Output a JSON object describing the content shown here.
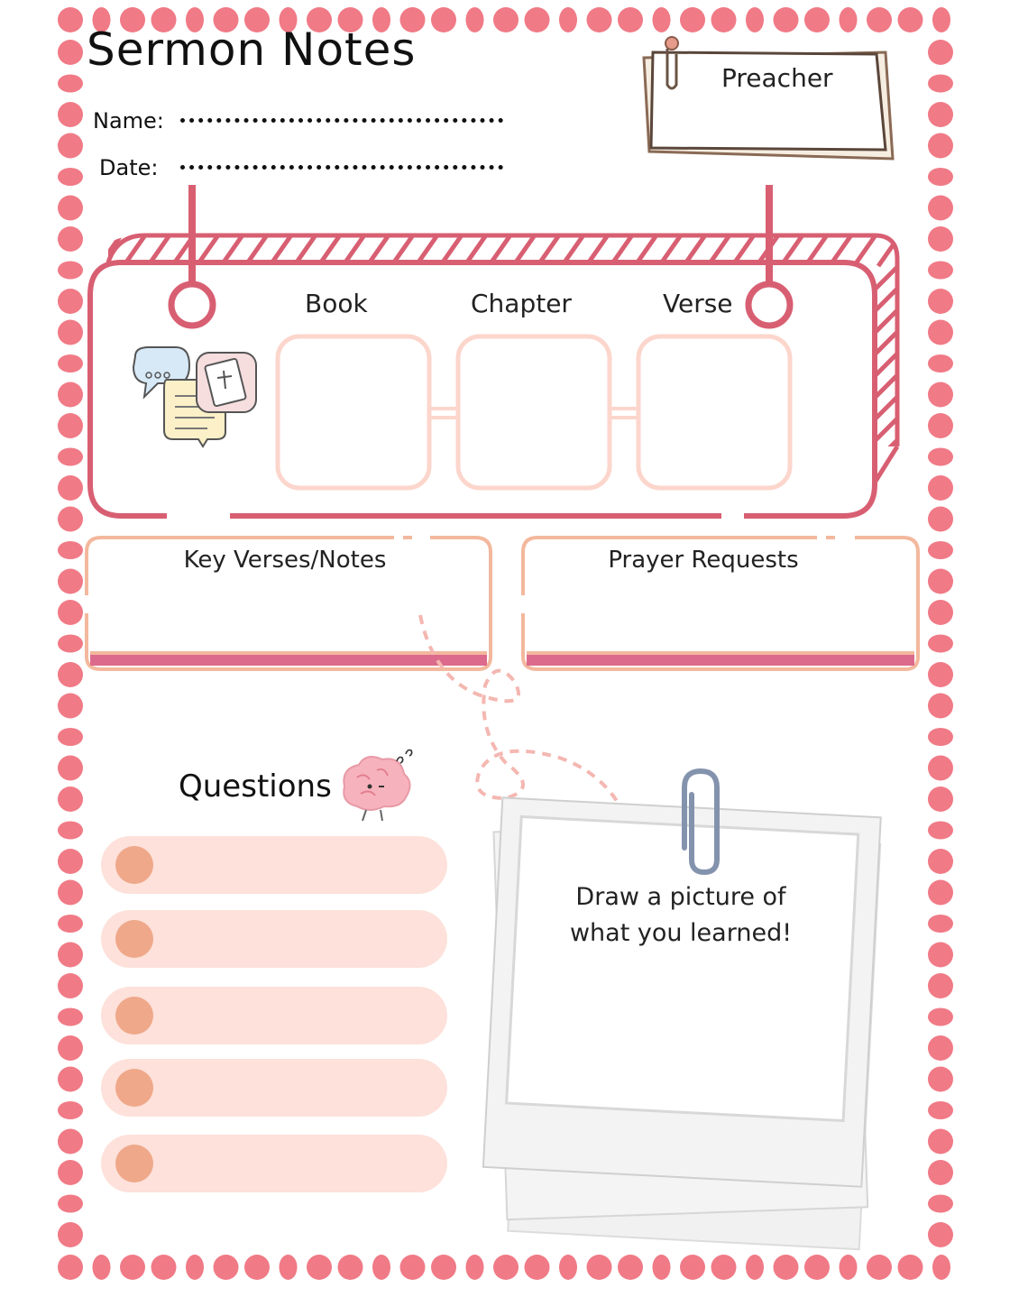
{
  "header": {
    "title": "Sermon Notes",
    "name_label": "Name:",
    "date_label": "Date:",
    "preacher_label": "Preacher"
  },
  "scripture": {
    "book_label": "Book",
    "chapter_label": "Chapter",
    "verse_label": "Verse"
  },
  "sections": {
    "key_verses_label": "Key Verses/Notes",
    "prayer_requests_label": "Prayer Requests",
    "questions_label": "Questions"
  },
  "drawing": {
    "line1": "Draw a picture of",
    "line2": "what you learned!"
  },
  "icons": [
    "chat-bubble-icon",
    "note-bubble-icon",
    "bible-icon",
    "brain-mascot-icon",
    "paperclip-icon",
    "pushpin-icon",
    "dashed-arrow-icon"
  ],
  "colors": {
    "frame_dots": "#f07a86",
    "accent": "#d85f72",
    "peach": "#f3b89d",
    "light_pink": "#fde1da",
    "bullet": "#efa88a",
    "bar_pink": "#dc6a8c"
  }
}
